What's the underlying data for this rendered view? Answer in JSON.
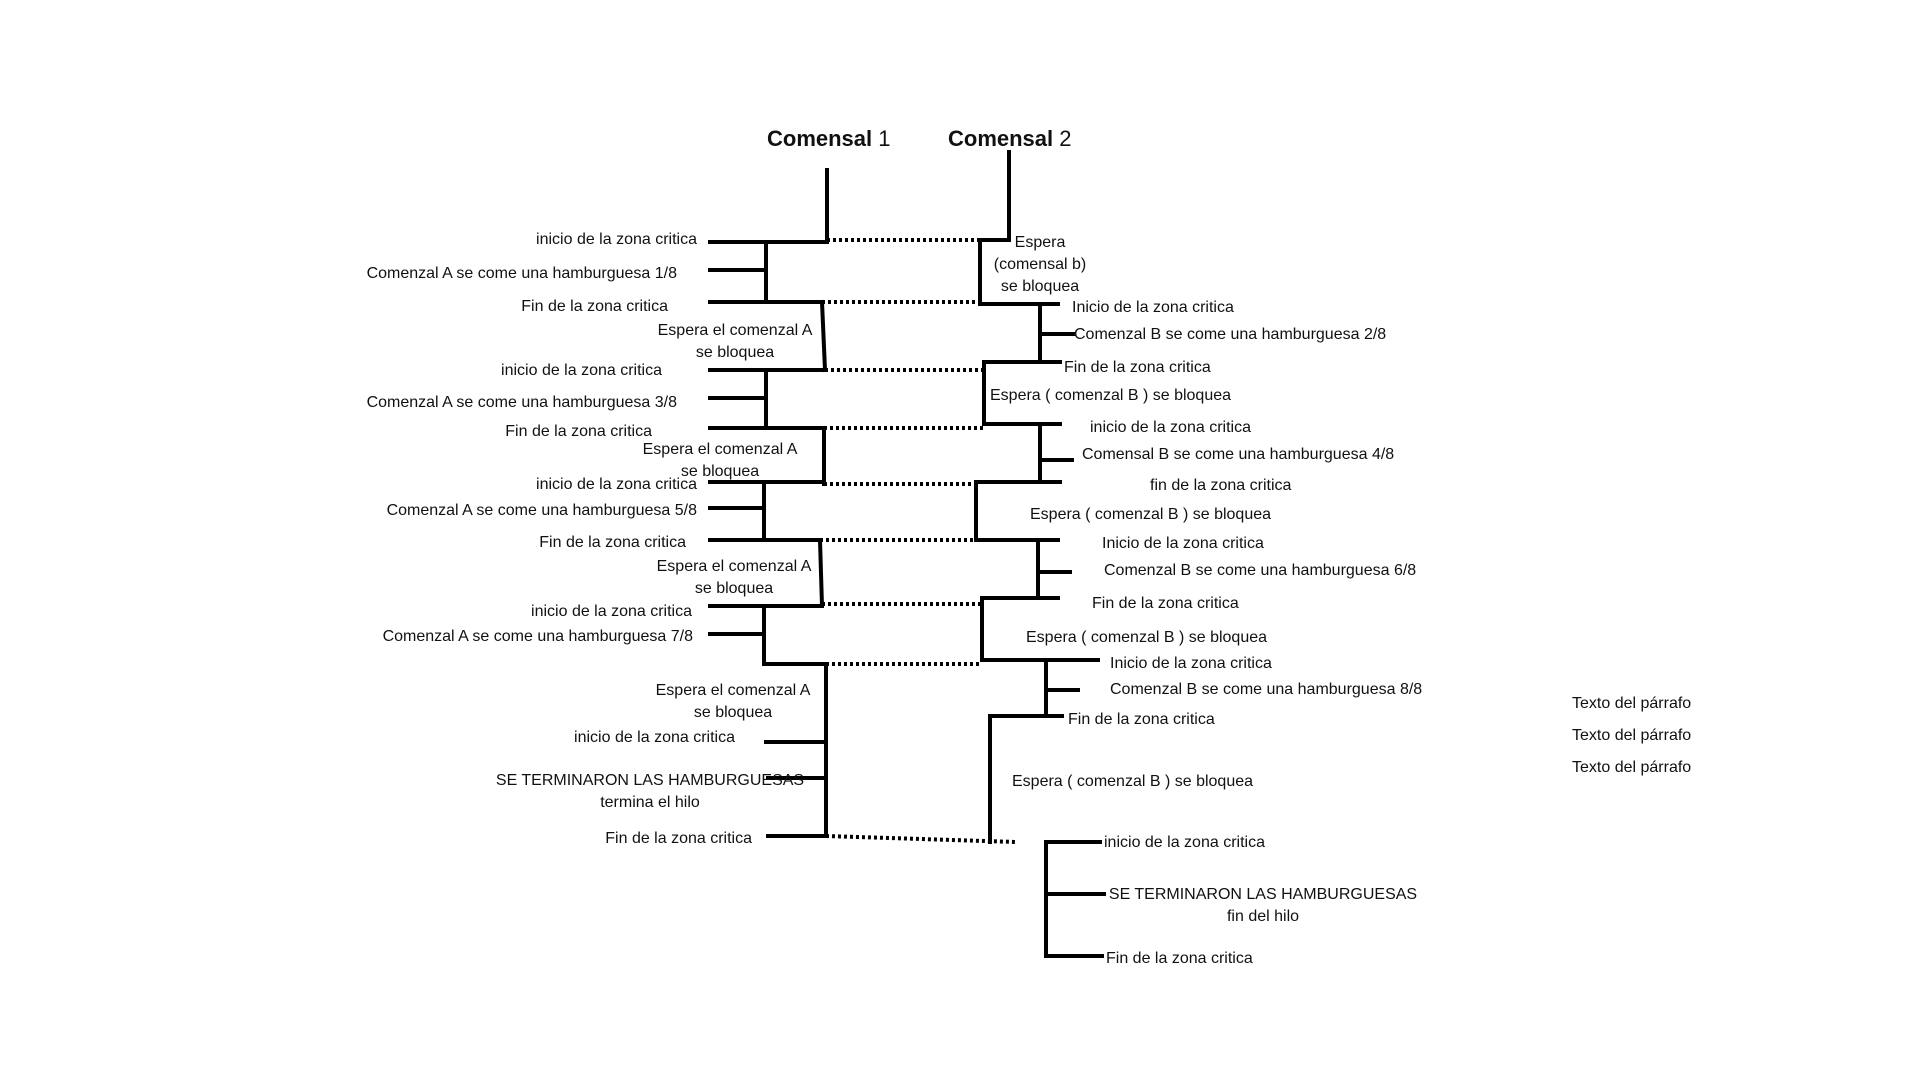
{
  "headers": {
    "c1_bold": "Comensal",
    "c1_num": "1",
    "c2_bold": "Comensal",
    "c2_num": "2"
  },
  "c1": {
    "r1_start": "inicio de la zona critica",
    "r1_eat": "Comenzal A se come una hamburguesa 1/8",
    "r1_end": "Fin de la  zona critica",
    "w1_l1": "Espera el comenzal A",
    "w1_l2": "se bloquea",
    "r2_start": "inicio de la zona critica",
    "r2_eat": "Comenzal A se come una hamburguesa 3/8",
    "r2_end": "Fin de la  zona critica",
    "w2_l1": "Espera el comenzal A",
    "w2_l2": "se bloquea",
    "r3_start": "inicio de la zona critica",
    "r3_eat": "Comenzal A se come una hamburguesa 5/8",
    "r3_end": "Fin de la  zona critica",
    "w3_l1": "Espera el comenzal A",
    "w3_l2": "se bloquea",
    "r4_start": "inicio de la zona critica",
    "r4_eat": "Comenzal A se come una hamburguesa 7/8",
    "w4_l1": "Espera el comenzal A",
    "w4_l2": "se bloquea",
    "r5_start": "inicio de la zona critica",
    "r5_done_l1": "SE TERMINARON LAS HAMBURGUESAS",
    "r5_done_l2": "termina el hilo",
    "r5_end": "Fin de la  zona critica"
  },
  "c2": {
    "w0_l1": "Espera",
    "w0_l2": "(comensal b)",
    "w0_l3": "se bloquea",
    "r1_start": "Inicio de la  zona  critica",
    "r1_eat": "Comenzal B   se come una hamburguesa  2/8",
    "r1_end": "Fin de la zona critica",
    "w1": "Espera  ( comenzal B ) se bloquea",
    "r2_start": "inicio de la zona critica",
    "r2_eat": "Comensal B se come una hamburguesa 4/8",
    "r2_end": "fin de la zona critica",
    "w2": "Espera  ( comenzal B ) se bloquea",
    "r3_start": "Inicio de la  zona  critica",
    "r3_eat": "Comenzal B   se come una hamburguesa  6/8",
    "r3_end": "Fin de la zona critica",
    "w3": "Espera  ( comenzal B ) se bloquea",
    "r4_start": "Inicio de la  zona  critica",
    "r4_eat": "Comenzal B   se come una hamburguesa  8/8",
    "r4_end": "Fin de la zona critica",
    "w4": "Espera  ( comenzal B ) se bloquea",
    "r5_start": "inicio de la zona critica",
    "r5_done_l1": "SE TERMINARON LAS HAMBURGUESAS",
    "r5_done_l2": "fin del hilo",
    "r5_end": "Fin de la zona critica"
  },
  "placeholders": [
    "Texto del párrafo",
    "Texto del párrafo",
    "Texto del párrafo"
  ]
}
